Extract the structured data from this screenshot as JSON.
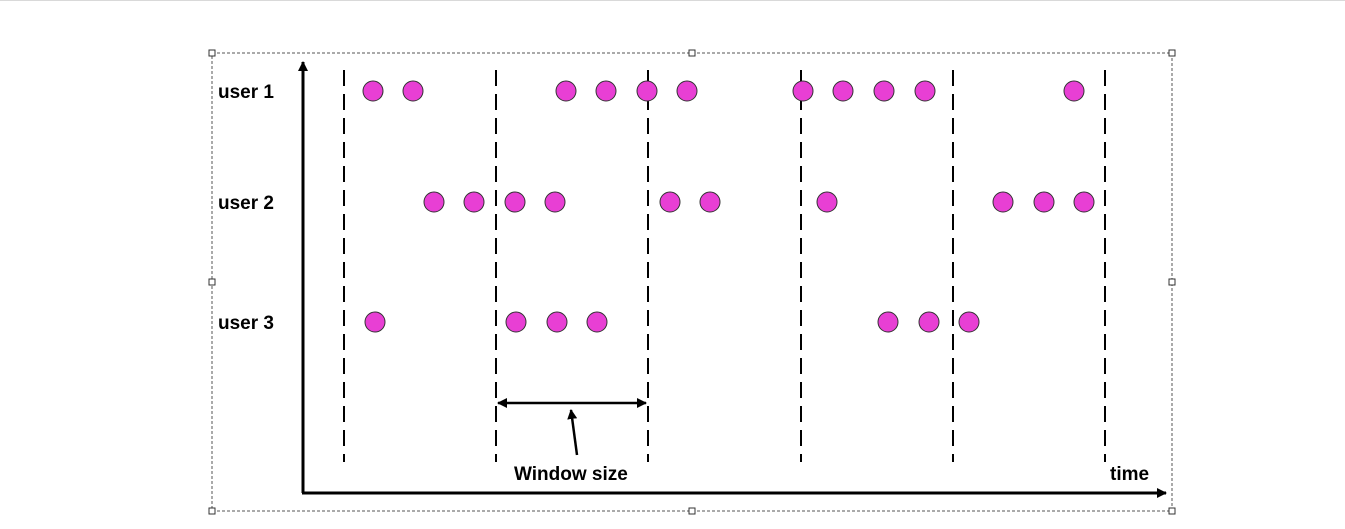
{
  "diagram": {
    "users": [
      {
        "label": "user 1",
        "events": [
          373,
          413,
          566,
          606,
          647,
          687,
          803,
          843,
          884,
          925,
          1074
        ]
      },
      {
        "label": "user 2",
        "events": [
          434,
          474,
          515,
          555,
          670,
          710,
          827,
          1003,
          1044,
          1084
        ]
      },
      {
        "label": "user 3",
        "events": [
          375,
          516,
          557,
          597,
          888,
          929,
          969
        ]
      }
    ],
    "window_boundaries": [
      344,
      496,
      648,
      801,
      953,
      1105
    ],
    "time_label": "time",
    "window_label": "Window size",
    "colors": {
      "event_fill": "#e83fd4",
      "event_stroke": "#333333",
      "line": "#000000"
    }
  }
}
